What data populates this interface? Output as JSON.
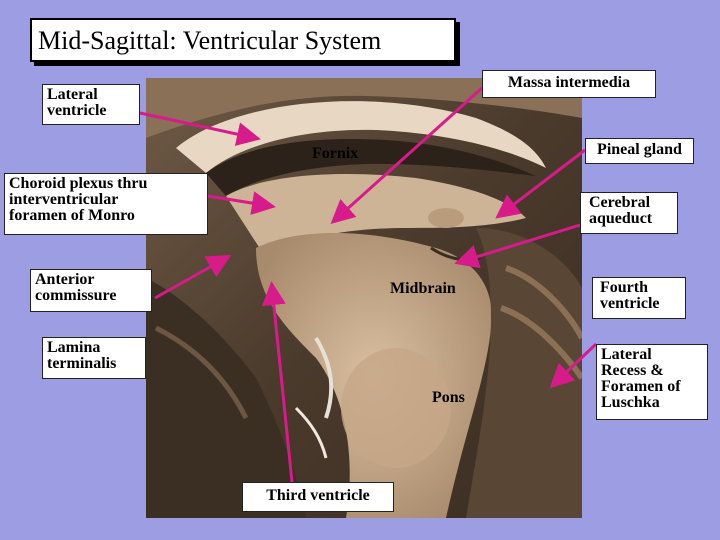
{
  "title": "Mid-Sagittal: Ventricular System",
  "labels": {
    "lateral_ventricle": "Lateral\nventricle",
    "massa_intermedia": "Massa intermedia",
    "fornix": "Fornix",
    "pineal_gland": "Pineal gland",
    "choroid_plexus": "Choroid plexus thru\ninterventricular\nforamen of Monro",
    "cerebral_aqueduct": "Cerebral\naqueduct",
    "anterior_commissure": "Anterior\ncommissure",
    "midbrain": "Midbrain",
    "fourth_ventricle": "Fourth\nventricle",
    "lamina_terminalis": "Lamina\nterminalis",
    "lateral_recess": "Lateral\nRecess &\nForamen of\nLuschka",
    "pons": "Pons",
    "third_ventricle": "Third ventricle"
  },
  "colors": {
    "background": "#9d9de3",
    "arrow": "#d81b8a",
    "label_bg": "#ffffff"
  }
}
